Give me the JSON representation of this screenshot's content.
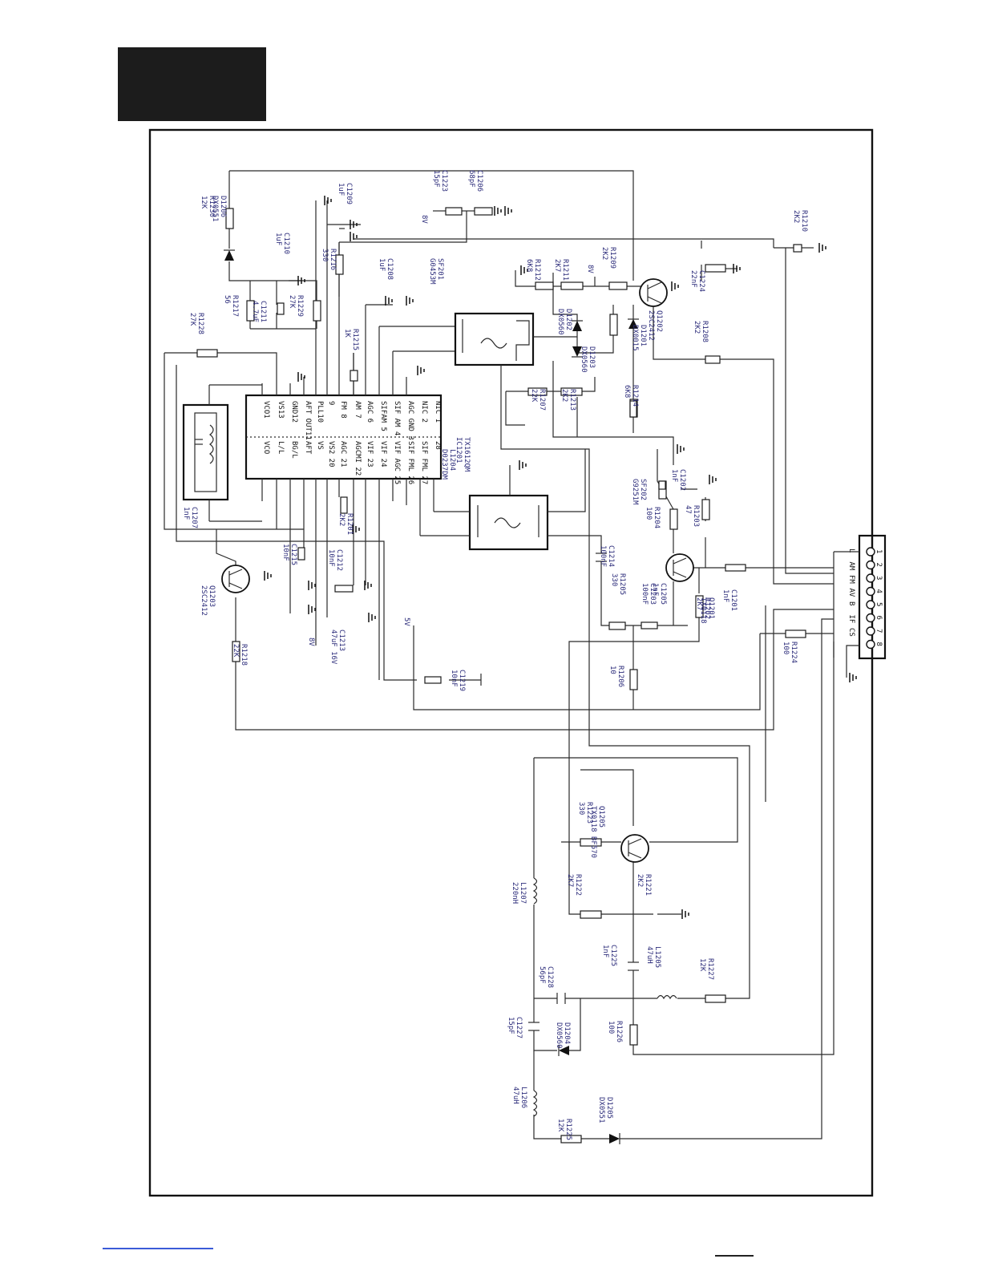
{
  "ic": {
    "ref": "IC1201",
    "part": "TX1612QM",
    "left_pins": [
      "VCO1",
      "VS13",
      "GND12",
      "AFT OUT11",
      "PLL10",
      "9",
      "FM 8",
      "AM 7",
      "AGC 6",
      "SIFAM 5",
      "SIF AM 4",
      "AGC GND 3",
      "NIC 2",
      "NIC 1"
    ],
    "right_pins": [
      "VCO",
      "L/L",
      "BG/L",
      "AFT",
      "VS",
      "VS2 20",
      "AGC 21",
      "AGCMI 22",
      "VIF 23",
      "VIF 24",
      "VIF AGC 25",
      "SIF FML 26",
      "SIF FML 27",
      "28"
    ]
  },
  "components": [
    {
      "ref": "R1230",
      "value": "12K"
    },
    {
      "ref": "D1206",
      "value": "DX0551"
    },
    {
      "ref": "C1210",
      "value": "1uF"
    },
    {
      "ref": "C1209",
      "value": "1uF"
    },
    {
      "ref": "R1217",
      "value": "56"
    },
    {
      "ref": "C1211",
      "value": "4.7uF"
    },
    {
      "ref": "R1229",
      "value": "27K"
    },
    {
      "ref": "R1228",
      "value": "27K"
    },
    {
      "ref": "R1216",
      "value": "330"
    },
    {
      "ref": "C1208",
      "value": "1uF"
    },
    {
      "ref": "R1215",
      "value": "1K"
    },
    {
      "ref": "C1223",
      "value": "15pF"
    },
    {
      "ref": "C1206",
      "value": "68pF"
    },
    {
      "ref": "SF201",
      "value": "G0453M"
    },
    {
      "ref": "R1212",
      "value": "6K8"
    },
    {
      "ref": "R1211",
      "value": "2K7"
    },
    {
      "ref": "R1209",
      "value": "2K2"
    },
    {
      "ref": "D1202",
      "value": "DX0560"
    },
    {
      "ref": "D1203",
      "value": "DX0560"
    },
    {
      "ref": "D1201",
      "value": "DX0015"
    },
    {
      "ref": "Q1202",
      "value": "2SC2412"
    },
    {
      "ref": "R1210",
      "value": "2K2"
    },
    {
      "ref": "C1224",
      "value": "22nF"
    },
    {
      "ref": "R1208",
      "value": "2K2"
    },
    {
      "ref": "R1207",
      "value": "22K"
    },
    {
      "ref": "R1213",
      "value": "2K2"
    },
    {
      "ref": "R1214",
      "value": "6K8"
    },
    {
      "ref": "C1207",
      "value": "1nF"
    },
    {
      "ref": "L1204",
      "value": "D0237DM"
    },
    {
      "ref": "SF202",
      "value": "G9251M"
    },
    {
      "ref": "C1202",
      "value": "1nF"
    },
    {
      "ref": "R1204",
      "value": "100"
    },
    {
      "ref": "R1203",
      "value": "47"
    },
    {
      "ref": "R1201",
      "value": "2K2"
    },
    {
      "ref": "C1215",
      "value": "10nF"
    },
    {
      "ref": "C1212",
      "value": "10nF"
    },
    {
      "ref": "C1214",
      "value": "100nF"
    },
    {
      "ref": "C1205",
      "value": "1nF"
    },
    {
      "ref": "Q1201",
      "value": "TX0118"
    },
    {
      "ref": "C1201",
      "value": "1nF"
    },
    {
      "ref": "Q1203",
      "value": "2SC2412"
    },
    {
      "ref": "C1213",
      "value": "47uF 16V"
    },
    {
      "ref": "R1205",
      "value": "330"
    },
    {
      "ref": "C1203",
      "value": "100nF"
    },
    {
      "ref": "R1202",
      "value": "2K7"
    },
    {
      "ref": "R1224",
      "value": "100"
    },
    {
      "ref": "R1218",
      "value": "22K"
    },
    {
      "ref": "C1219",
      "value": "10nF"
    },
    {
      "ref": "R1206",
      "value": "10"
    },
    {
      "ref": "R1223",
      "value": "330"
    },
    {
      "ref": "Q1205",
      "value": "TX0118 BF570"
    },
    {
      "ref": "L1207",
      "value": "220nH"
    },
    {
      "ref": "R1222",
      "value": "2K7"
    },
    {
      "ref": "R1221",
      "value": "2K2"
    },
    {
      "ref": "C1228",
      "value": "56pF"
    },
    {
      "ref": "C1225",
      "value": "1nF"
    },
    {
      "ref": "L1205",
      "value": "47uH"
    },
    {
      "ref": "R1227",
      "value": "12K"
    },
    {
      "ref": "C1227",
      "value": "15pF"
    },
    {
      "ref": "D1204",
      "value": "DX0560"
    },
    {
      "ref": "R1226",
      "value": "100"
    },
    {
      "ref": "L1206",
      "value": "47uH"
    },
    {
      "ref": "R1225",
      "value": "12K"
    },
    {
      "ref": "D1205",
      "value": "DX0551"
    }
  ],
  "supplies": {
    "v8a": "8V",
    "v8b": "8V",
    "v8c": "8V",
    "v5": "5V"
  },
  "connector": {
    "pins": [
      "1",
      "2",
      "3",
      "4",
      "5",
      "6",
      "7",
      "8"
    ],
    "signals": [
      "L",
      "AM",
      "FM",
      "AV",
      "B",
      "IF",
      "CS",
      ""
    ]
  }
}
